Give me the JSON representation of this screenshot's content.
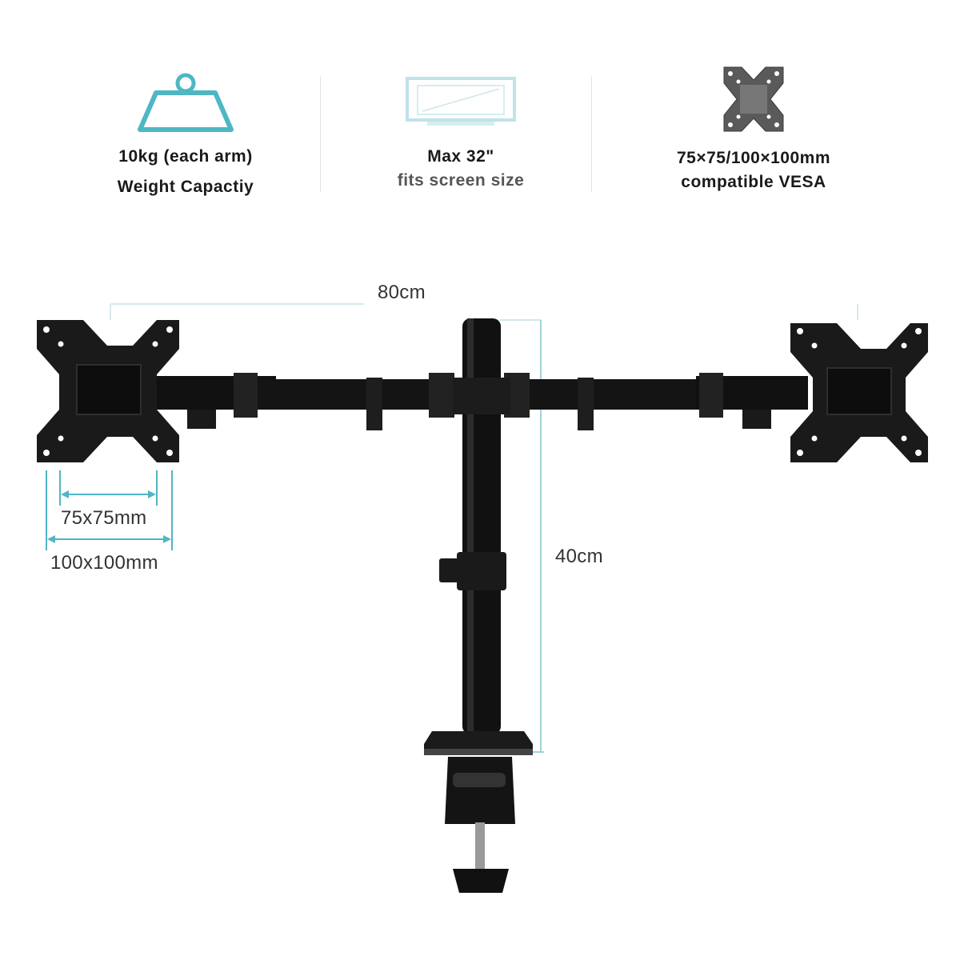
{
  "features": {
    "weight": {
      "icon": "weight-icon",
      "line1": "10kg (each arm)",
      "line2": "Weight Capactiy"
    },
    "screen": {
      "icon": "monitor-icon",
      "line1": "Max 32\"",
      "line2": "fits screen size"
    },
    "vesa": {
      "icon": "vesa-plate-icon",
      "line1": "75×75/100×100mm",
      "line2": "compatible VESA"
    }
  },
  "dimensions": {
    "width": "80cm",
    "height": "40cm",
    "vesa_small": "75x75mm",
    "vesa_large": "100x100mm"
  },
  "colors": {
    "accent": "#4fb6c4",
    "product": "#111111"
  }
}
